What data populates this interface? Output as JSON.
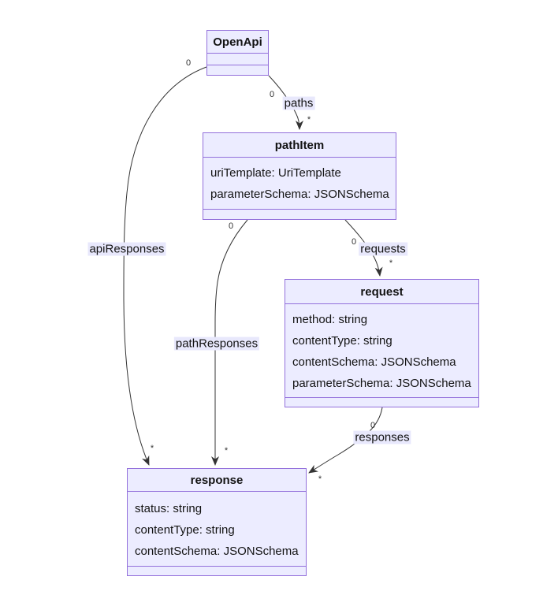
{
  "diagram": {
    "type": "uml-class-diagram",
    "classes": [
      {
        "name": "OpenApi",
        "attributes": []
      },
      {
        "name": "pathItem",
        "attributes": [
          "uriTemplate: UriTemplate",
          "parameterSchema: JSONSchema"
        ]
      },
      {
        "name": "request",
        "attributes": [
          "method: string",
          "contentType: string",
          "contentSchema: JSONSchema",
          "parameterSchema: JSONSchema"
        ]
      },
      {
        "name": "response",
        "attributes": [
          "status: string",
          "contentType: string",
          "contentSchema: JSONSchema"
        ]
      }
    ],
    "edges": [
      {
        "label": "paths",
        "from": "OpenApi",
        "to": "pathItem",
        "from_card": "0",
        "to_card": "*"
      },
      {
        "label": "apiResponses",
        "from": "OpenApi",
        "to": "response",
        "from_card": "0",
        "to_card": "*"
      },
      {
        "label": "pathResponses",
        "from": "pathItem",
        "to": "response",
        "from_card": "0",
        "to_card": "*"
      },
      {
        "label": "requests",
        "from": "pathItem",
        "to": "request",
        "from_card": "0",
        "to_card": "*"
      },
      {
        "label": "responses",
        "from": "request",
        "to": "response",
        "from_card": "0",
        "to_card": "*"
      }
    ],
    "colors": {
      "node_fill": "#ECECFF",
      "node_border": "#9370DB",
      "edge": "#333333",
      "label_bg": "#e8e8fc",
      "text": "#131313"
    }
  }
}
